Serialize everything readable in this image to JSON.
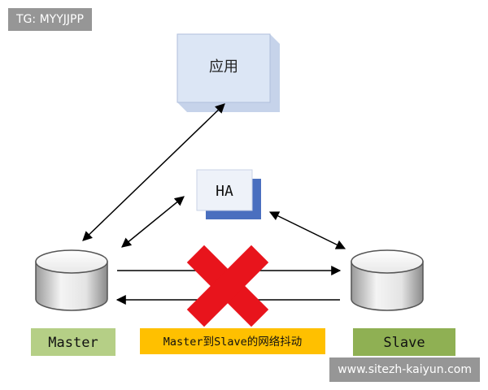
{
  "watermarks": {
    "top_left": "TG: MYYJJPP",
    "bottom_right": "www.sitezh-kaiyun.com"
  },
  "nodes": {
    "app": "应用",
    "ha": "HA",
    "master": "Master",
    "slave": "Slave"
  },
  "annotation": "Master到Slave的网络抖动",
  "colors": {
    "app_fill": "#dce6f5",
    "app_edge": "#b8c7e0",
    "ha_fill": "#eef2f9",
    "ha_shadow": "#4a6fbf",
    "master_label_bg": "#b5cf86",
    "slave_label_bg": "#8fb053",
    "annotation_bg": "#ffc000",
    "cross": "#e8141c",
    "arrow": "#000000"
  },
  "icons": {
    "failure_mark": "red-cross-icon",
    "database": "database-cylinder-icon"
  }
}
